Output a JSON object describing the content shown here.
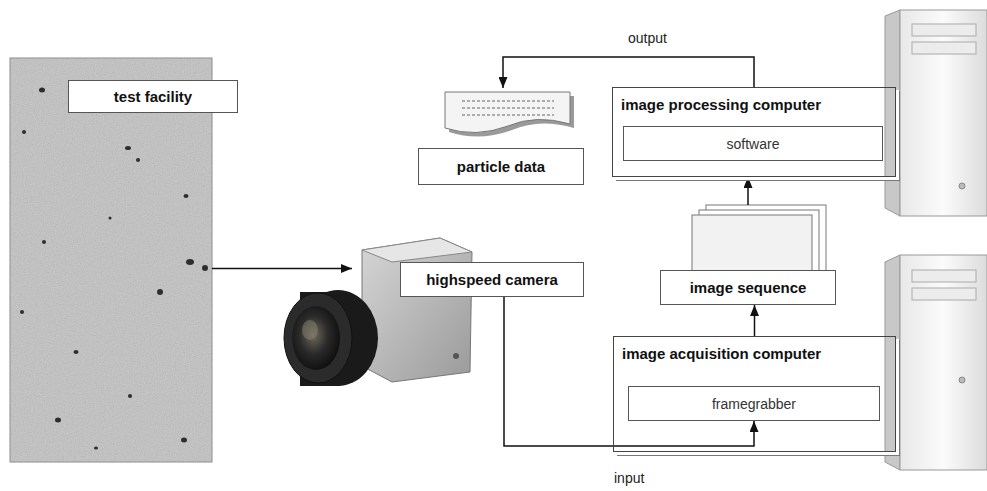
{
  "diagram": {
    "nodes": [
      {
        "text": [
          "test facility"
        ]
      },
      {
        "text": [
          "highspeed camera"
        ]
      },
      {
        "text": [
          "particle data"
        ]
      },
      {
        "text": [
          "image processing computer"
        ]
      },
      {
        "text": [
          "software"
        ],
        "in": 3
      },
      {
        "text": [
          "image sequence"
        ]
      },
      {
        "text": [
          "image acquisition computer"
        ]
      },
      {
        "text": [
          "framegrabber"
        ],
        "in": 6
      }
    ],
    "edges": [
      {
        "from": 0,
        "to": 1,
        "arrow": "to"
      },
      {
        "from": 1,
        "to": 7,
        "label": "input",
        "arrow": "to"
      },
      {
        "from": 6,
        "to": 5,
        "arrow": "to"
      },
      {
        "from": 5,
        "to": 3,
        "arrow": "to"
      },
      {
        "from": 3,
        "to": 2,
        "label": "output",
        "arrow": "to"
      }
    ]
  }
}
